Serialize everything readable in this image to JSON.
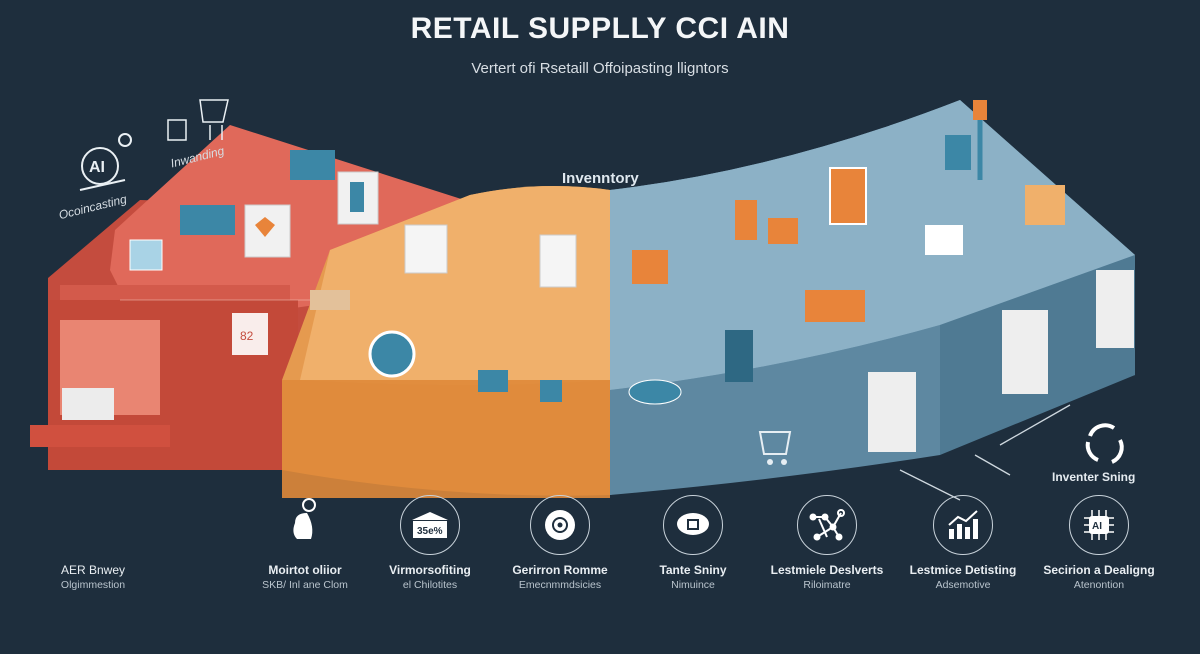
{
  "header": {
    "title": "RETAIL SUPPLLY CCI AIN",
    "subtitle": "Vertert ofi Rsetaill Offoipasting lligntors"
  },
  "colors": {
    "background": "#1e2e3d",
    "zone_red": "#d9614f",
    "zone_orange": "#e59a4f",
    "zone_blue": "#6f98b0",
    "accent_orange": "#e8843a",
    "accent_teal": "#3c87a6"
  },
  "diagram": {
    "center_label": "Invenntory",
    "top_left_icons": [
      {
        "icon": "ai-forecasting-icon",
        "label": "Ocoincasting"
      },
      {
        "icon": "planning-basket-icon",
        "label": "Inwanding"
      }
    ],
    "zones": [
      {
        "name": "red-zone",
        "color": "#d9614f"
      },
      {
        "name": "orange-zone",
        "color": "#e59a4f"
      },
      {
        "name": "blue-zone",
        "color": "#6f98b0"
      }
    ],
    "cycle": {
      "icon": "sync-cycle-icon",
      "label": "Inventer Sning"
    }
  },
  "features": [
    {
      "icon": "cart-flow-icon",
      "title": "AER Bnwey",
      "subtitle": "Olgimmestion"
    },
    {
      "icon": "robot-assistant-icon",
      "title": "Moirtot oliior",
      "subtitle": "SKB/ Inl ane Clom"
    },
    {
      "icon": "warehouse-percent-icon",
      "title": "Virmorsofiting",
      "subtitle": "el Chilotites",
      "badge": "35e%"
    },
    {
      "icon": "gear-wheel-icon",
      "title": "Gerirron Romme",
      "subtitle": "Emecnmmdsicies"
    },
    {
      "icon": "cloud-lock-icon",
      "title": "Tante Sniny",
      "subtitle": "Nimuince"
    },
    {
      "icon": "network-graph-icon",
      "title": "Lestmiele Deslverts",
      "subtitle": "Riloimatre"
    },
    {
      "icon": "growth-chart-icon",
      "title": "Lestmice Detisting",
      "subtitle": "Adsemotive"
    },
    {
      "icon": "ai-chip-icon",
      "title": "Secirion a Dealigng",
      "subtitle": "Atenontion",
      "badge": "AI"
    }
  ]
}
